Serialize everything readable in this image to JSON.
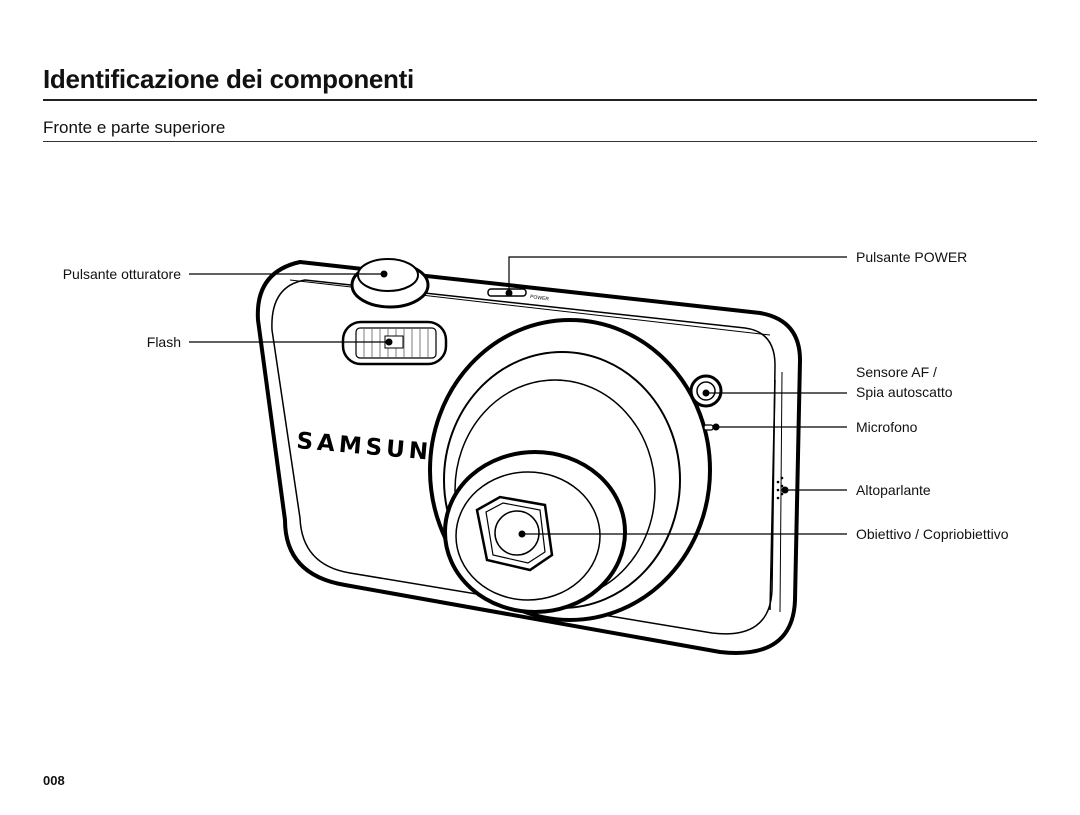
{
  "header": {
    "title": "Identificazione dei componenti",
    "subtitle": "Fronte e parte superiore"
  },
  "diagram": {
    "brand_logo_text": "SAMSUNG",
    "power_engraving": "POWER",
    "labels": {
      "shutter": "Pulsante otturatore",
      "flash": "Flash",
      "power": "Pulsante POWER",
      "af_sensor_line1": "Sensore AF /",
      "af_sensor_line2": "Spia autoscatto",
      "microphone": "Microfono",
      "speaker": "Altoparlante",
      "lens": "Obiettivo / Copriobiettivo"
    }
  },
  "footer": {
    "page_number": "008"
  }
}
